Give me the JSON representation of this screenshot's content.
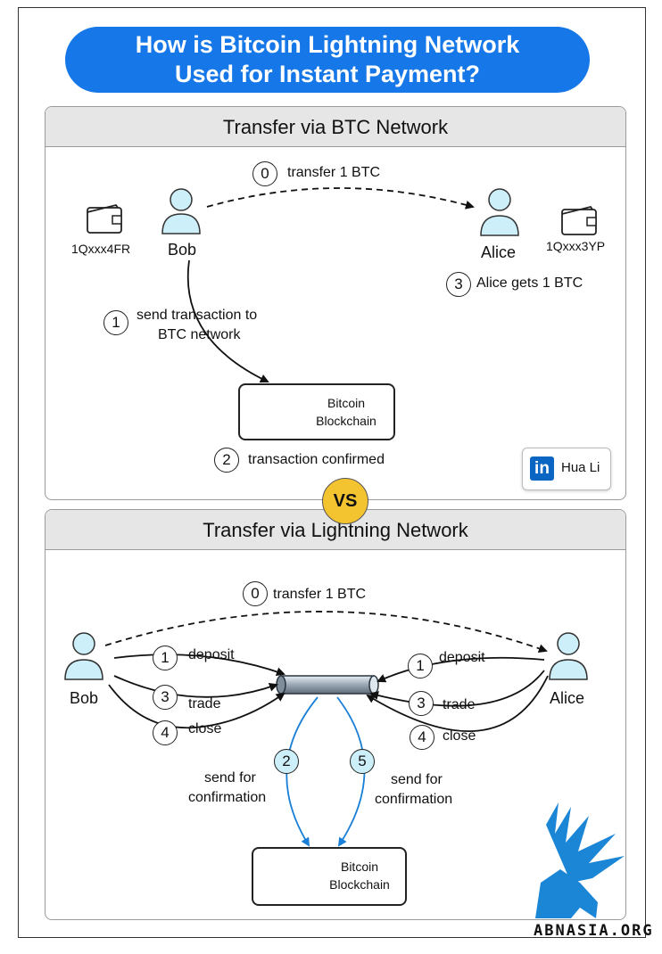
{
  "title": {
    "line1": "How  is Bitcoin Lightning Network",
    "line2": "Used for Instant Payment?"
  },
  "btc_panel": {
    "heading": "Transfer via BTC Network",
    "bob": {
      "name": "Bob",
      "address": "1Qxxx4FR"
    },
    "alice": {
      "name": "Alice",
      "address": "1Qxxx3YP"
    },
    "step0": {
      "num": "0",
      "text": "transfer 1 BTC"
    },
    "step1": {
      "num": "1",
      "line1": "send transaction to",
      "line2": "BTC network"
    },
    "step2": {
      "num": "2",
      "text": "transaction confirmed"
    },
    "step3": {
      "num": "3",
      "text": "Alice gets 1 BTC"
    },
    "blockchain": {
      "line1": "Bitcoin",
      "line2": "Blockchain"
    }
  },
  "vs_label": "VS",
  "author_badge": {
    "logo": "in",
    "name": "Hua Li"
  },
  "ln_panel": {
    "heading": "Transfer via Lightning Network",
    "bob": {
      "name": "Bob"
    },
    "alice": {
      "name": "Alice"
    },
    "step0": {
      "num": "0",
      "text": "transfer 1 BTC"
    },
    "bob_deposit": {
      "num": "1",
      "text": "deposit"
    },
    "bob_trade": {
      "num": "3",
      "text": "trade"
    },
    "bob_close": {
      "num": "4",
      "text": "close"
    },
    "alice_deposit": {
      "num": "1",
      "text": "deposit"
    },
    "alice_trade": {
      "num": "3",
      "text": "trade"
    },
    "alice_close": {
      "num": "4",
      "text": "close"
    },
    "confirm_left": {
      "num": "2",
      "line1": "send for",
      "line2": "confirmation"
    },
    "confirm_right": {
      "num": "5",
      "line1": "send for",
      "line2": "confirmation"
    },
    "blockchain": {
      "line1": "Bitcoin",
      "line2": "Blockchain"
    }
  },
  "watermark": "ABNASIA.ORG",
  "colors": {
    "title_bg": "#1677e8",
    "person": "#cdeffa",
    "vs": "#f4c430",
    "bitcoin": "#f7931a",
    "arrow_blue": "#1a7fd6"
  }
}
